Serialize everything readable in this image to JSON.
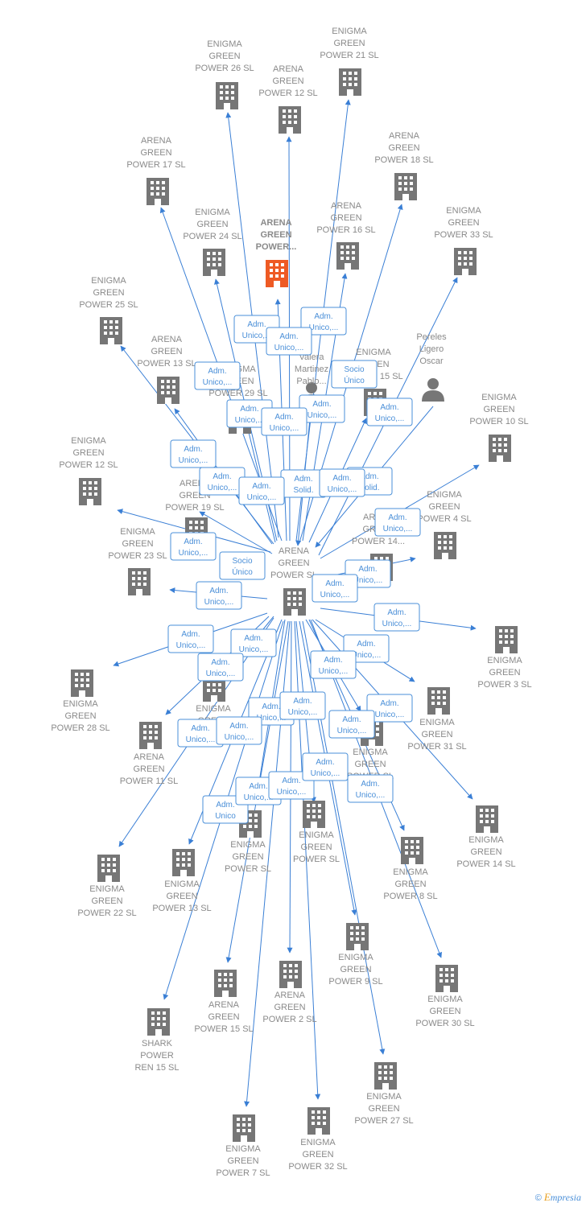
{
  "colors": {
    "edge": "#3a7fd5",
    "building": "#767676",
    "highlight": "#ee5a24",
    "label": "#8a8a8a",
    "box_border": "#4a8fd8",
    "box_text": "#4a8fd8"
  },
  "center": {
    "id": "center",
    "lines": [
      "ARENA",
      "GREEN",
      "POWER  SL"
    ]
  },
  "nodes": [
    {
      "id": "n_eg26",
      "type": "company",
      "lines": [
        "ENIGMA",
        "GREEN",
        "POWER 26  SL"
      ]
    },
    {
      "id": "n_ag12",
      "type": "company",
      "lines": [
        "ARENA",
        "GREEN",
        "POWER 12  SL"
      ]
    },
    {
      "id": "n_eg21",
      "type": "company",
      "lines": [
        "ENIGMA",
        "GREEN",
        "POWER 21  SL"
      ]
    },
    {
      "id": "n_ag17",
      "type": "company",
      "lines": [
        "ARENA",
        "GREEN",
        "POWER 17  SL"
      ]
    },
    {
      "id": "n_ag18",
      "type": "company",
      "lines": [
        "ARENA",
        "GREEN",
        "POWER 18  SL"
      ]
    },
    {
      "id": "n_eg24",
      "type": "company",
      "lines": [
        "ENIGMA",
        "GREEN",
        "POWER 24  SL"
      ]
    },
    {
      "id": "n_agp",
      "type": "highlight",
      "lines": [
        "ARENA",
        "GREEN",
        "POWER..."
      ]
    },
    {
      "id": "n_ag16",
      "type": "company",
      "lines": [
        "ARENA",
        "GREEN",
        "POWER 16  SL"
      ]
    },
    {
      "id": "n_eg33",
      "type": "company",
      "lines": [
        "ENIGMA",
        "GREEN",
        "POWER 33  SL"
      ]
    },
    {
      "id": "n_eg25",
      "type": "company",
      "lines": [
        "ENIGMA",
        "GREEN",
        "POWER 25  SL"
      ]
    },
    {
      "id": "n_ag13",
      "type": "company",
      "lines": [
        "ARENA",
        "GREEN",
        "POWER 13  SL"
      ]
    },
    {
      "id": "n_eg29",
      "type": "company",
      "lines": [
        "ENIGMA",
        "GREEN",
        "POWER 29  SL"
      ]
    },
    {
      "id": "n_valera",
      "type": "person",
      "lines": [
        "Valera",
        "Martinez",
        "Pablo..."
      ]
    },
    {
      "id": "n_eg15",
      "type": "company",
      "lines": [
        "ENIGMA",
        "GREEN",
        "POWER 15  SL"
      ]
    },
    {
      "id": "n_pereles",
      "type": "person",
      "lines": [
        "Pereles",
        "Ligero",
        "Oscar"
      ]
    },
    {
      "id": "n_eg10",
      "type": "company",
      "lines": [
        "ENIGMA",
        "GREEN",
        "POWER 10  SL"
      ]
    },
    {
      "id": "n_eg12",
      "type": "company",
      "lines": [
        "ENIGMA",
        "GREEN",
        "POWER 12  SL"
      ]
    },
    {
      "id": "n_ag19",
      "type": "company",
      "lines": [
        "ARENA",
        "GREEN",
        "POWER 19  SL"
      ]
    },
    {
      "id": "n_eg4",
      "type": "company",
      "lines": [
        "ENIGMA",
        "GREEN",
        "POWER 4  SL"
      ]
    },
    {
      "id": "n_ag14",
      "type": "company",
      "lines": [
        "ARENA",
        "GREEN",
        "POWER 14..."
      ]
    },
    {
      "id": "n_eg23",
      "type": "company",
      "lines": [
        "ENIGMA",
        "GREEN",
        "POWER 23  SL"
      ]
    },
    {
      "id": "n_eg3",
      "type": "company",
      "lines": [
        "ENIGMA",
        "GREEN",
        "POWER 3  SL"
      ]
    },
    {
      "id": "n_eg28",
      "type": "company",
      "lines": [
        "ENIGMA",
        "GREEN",
        "POWER 28  SL"
      ]
    },
    {
      "id": "n_egmid",
      "type": "company",
      "lines": [
        "ENIGMA",
        "GREEN",
        "POWER  SL"
      ]
    },
    {
      "id": "n_eg31",
      "type": "company",
      "lines": [
        "ENIGMA",
        "GREEN",
        "POWER 31  SL"
      ]
    },
    {
      "id": "n_ag11",
      "type": "company",
      "lines": [
        "ARENA",
        "GREEN",
        "POWER 11  SL"
      ]
    },
    {
      "id": "n_egr",
      "type": "company",
      "lines": [
        "ENIGMA",
        "GREEN",
        "POWER  SL"
      ]
    },
    {
      "id": "n_eg14",
      "type": "company",
      "lines": [
        "ENIGMA",
        "GREEN",
        "POWER 14  SL"
      ]
    },
    {
      "id": "n_egl",
      "type": "company",
      "lines": [
        "ENIGMA",
        "GREEN",
        "POWER  SL"
      ]
    },
    {
      "id": "n_egc",
      "type": "company",
      "lines": [
        "ENIGMA",
        "GREEN",
        "POWER  SL"
      ]
    },
    {
      "id": "n_eg22",
      "type": "company",
      "lines": [
        "ENIGMA",
        "GREEN",
        "POWER 22  SL"
      ]
    },
    {
      "id": "n_eg13",
      "type": "company",
      "lines": [
        "ENIGMA",
        "GREEN",
        "POWER 13  SL"
      ]
    },
    {
      "id": "n_eg8",
      "type": "company",
      "lines": [
        "ENIGMA",
        "GREEN",
        "POWER 8  SL"
      ]
    },
    {
      "id": "n_eg9",
      "type": "company",
      "lines": [
        "ENIGMA",
        "GREEN",
        "POWER 9  SL"
      ]
    },
    {
      "id": "n_eg30",
      "type": "company",
      "lines": [
        "ENIGMA",
        "GREEN",
        "POWER 30  SL"
      ]
    },
    {
      "id": "n_ag15",
      "type": "company",
      "lines": [
        "ARENA",
        "GREEN",
        "POWER 15  SL"
      ]
    },
    {
      "id": "n_ag2",
      "type": "company",
      "lines": [
        "ARENA",
        "GREEN",
        "POWER 2  SL"
      ]
    },
    {
      "id": "n_shark",
      "type": "company",
      "lines": [
        "SHARK",
        "POWER",
        "REN 15  SL"
      ]
    },
    {
      "id": "n_eg27",
      "type": "company",
      "lines": [
        "ENIGMA",
        "GREEN",
        "POWER 27  SL"
      ]
    },
    {
      "id": "n_eg7",
      "type": "company",
      "lines": [
        "ENIGMA",
        "GREEN",
        "POWER 7  SL"
      ]
    },
    {
      "id": "n_eg32",
      "type": "company",
      "lines": [
        "ENIGMA",
        "GREEN",
        "POWER 32  SL"
      ]
    }
  ],
  "relations": [
    {
      "id": "r1",
      "lines": [
        "Adm.",
        "Unico,..."
      ]
    },
    {
      "id": "r2",
      "lines": [
        "Adm.",
        "Unico,..."
      ]
    },
    {
      "id": "r3",
      "lines": [
        "Adm.",
        "Unico,..."
      ]
    },
    {
      "id": "r4",
      "lines": [
        "Adm.",
        "Unico,..."
      ]
    },
    {
      "id": "r5",
      "lines": [
        "Socio",
        "Único"
      ]
    },
    {
      "id": "r6",
      "lines": [
        "Adm.",
        "Unico,..."
      ]
    },
    {
      "id": "r7",
      "lines": [
        "Adm.",
        "Unico,..."
      ]
    },
    {
      "id": "r8",
      "lines": [
        "Adm.",
        "Unico,..."
      ]
    },
    {
      "id": "r9",
      "lines": [
        "Adm.",
        "Unico,..."
      ]
    },
    {
      "id": "r10",
      "lines": [
        "Adm.",
        "Unico,..."
      ]
    },
    {
      "id": "r11",
      "lines": [
        "Adm.",
        "Unico,..."
      ]
    },
    {
      "id": "r12",
      "lines": [
        "Adm.",
        "Solid."
      ]
    },
    {
      "id": "r13",
      "lines": [
        "Adm.",
        "Unico,..."
      ]
    },
    {
      "id": "r14",
      "lines": [
        "Adm.",
        "Solid."
      ]
    },
    {
      "id": "r15",
      "lines": [
        "Adm.",
        "Unico,..."
      ]
    },
    {
      "id": "r16",
      "lines": [
        "Adm.",
        "Unico,..."
      ]
    },
    {
      "id": "r17",
      "lines": [
        "Socio",
        "Único"
      ]
    },
    {
      "id": "r18",
      "lines": [
        "Adm.",
        "Unico,..."
      ]
    },
    {
      "id": "r19",
      "lines": [
        "Adm.",
        "Unico,..."
      ]
    },
    {
      "id": "r20",
      "lines": [
        "Adm.",
        "Unico,..."
      ]
    },
    {
      "id": "r21",
      "lines": [
        "Adm.",
        "Unico,..."
      ]
    },
    {
      "id": "r22",
      "lines": [
        "Adm.",
        "Unico,..."
      ]
    },
    {
      "id": "r23",
      "lines": [
        "Adm.",
        "Unico,..."
      ]
    },
    {
      "id": "r24",
      "lines": [
        "Adm.",
        "Unico,..."
      ]
    },
    {
      "id": "r25",
      "lines": [
        "Adm.",
        "Unico,..."
      ]
    },
    {
      "id": "r26",
      "lines": [
        "Adm.",
        "Unico,..."
      ]
    },
    {
      "id": "r27",
      "lines": [
        "Adm.",
        "Unico,..."
      ]
    },
    {
      "id": "r28",
      "lines": [
        "Adm.",
        "Unico,..."
      ]
    },
    {
      "id": "r29",
      "lines": [
        "Adm.",
        "Unico,..."
      ]
    },
    {
      "id": "r30",
      "lines": [
        "Adm.",
        "Unico,..."
      ]
    },
    {
      "id": "r31",
      "lines": [
        "Adm.",
        "Unico,..."
      ]
    },
    {
      "id": "r32",
      "lines": [
        "Adm.",
        "Unico,..."
      ]
    },
    {
      "id": "r33",
      "lines": [
        "Adm.",
        "Unico,..."
      ]
    },
    {
      "id": "r34",
      "lines": [
        "Adm.",
        "Unico,..."
      ]
    },
    {
      "id": "r35",
      "lines": [
        "Adm.",
        "Unico"
      ]
    },
    {
      "id": "r36",
      "lines": [
        "Adm.",
        "Unico,..."
      ]
    },
    {
      "id": "r37",
      "lines": [
        "Adm.",
        "Unico,..."
      ]
    },
    {
      "id": "r38",
      "lines": [
        "Adm.",
        "Unico,..."
      ]
    }
  ],
  "footer": {
    "copyright": "©",
    "brand_initial": "E",
    "brand_rest": "mpresia"
  }
}
